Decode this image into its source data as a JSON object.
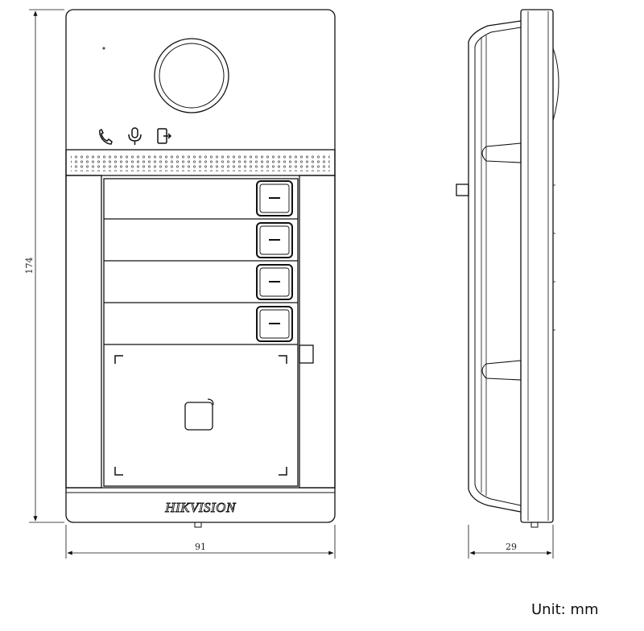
{
  "drawing": {
    "height_dimension": "174",
    "width_dimension": "91",
    "depth_dimension": "29",
    "unit_label": "Unit: mm",
    "brand_logo": "HIKVISION"
  },
  "icons": [
    "phone-icon",
    "microphone-icon",
    "door-icon",
    "card-reader-icon"
  ],
  "colors": {
    "line": "#111111",
    "background": "#ffffff"
  }
}
